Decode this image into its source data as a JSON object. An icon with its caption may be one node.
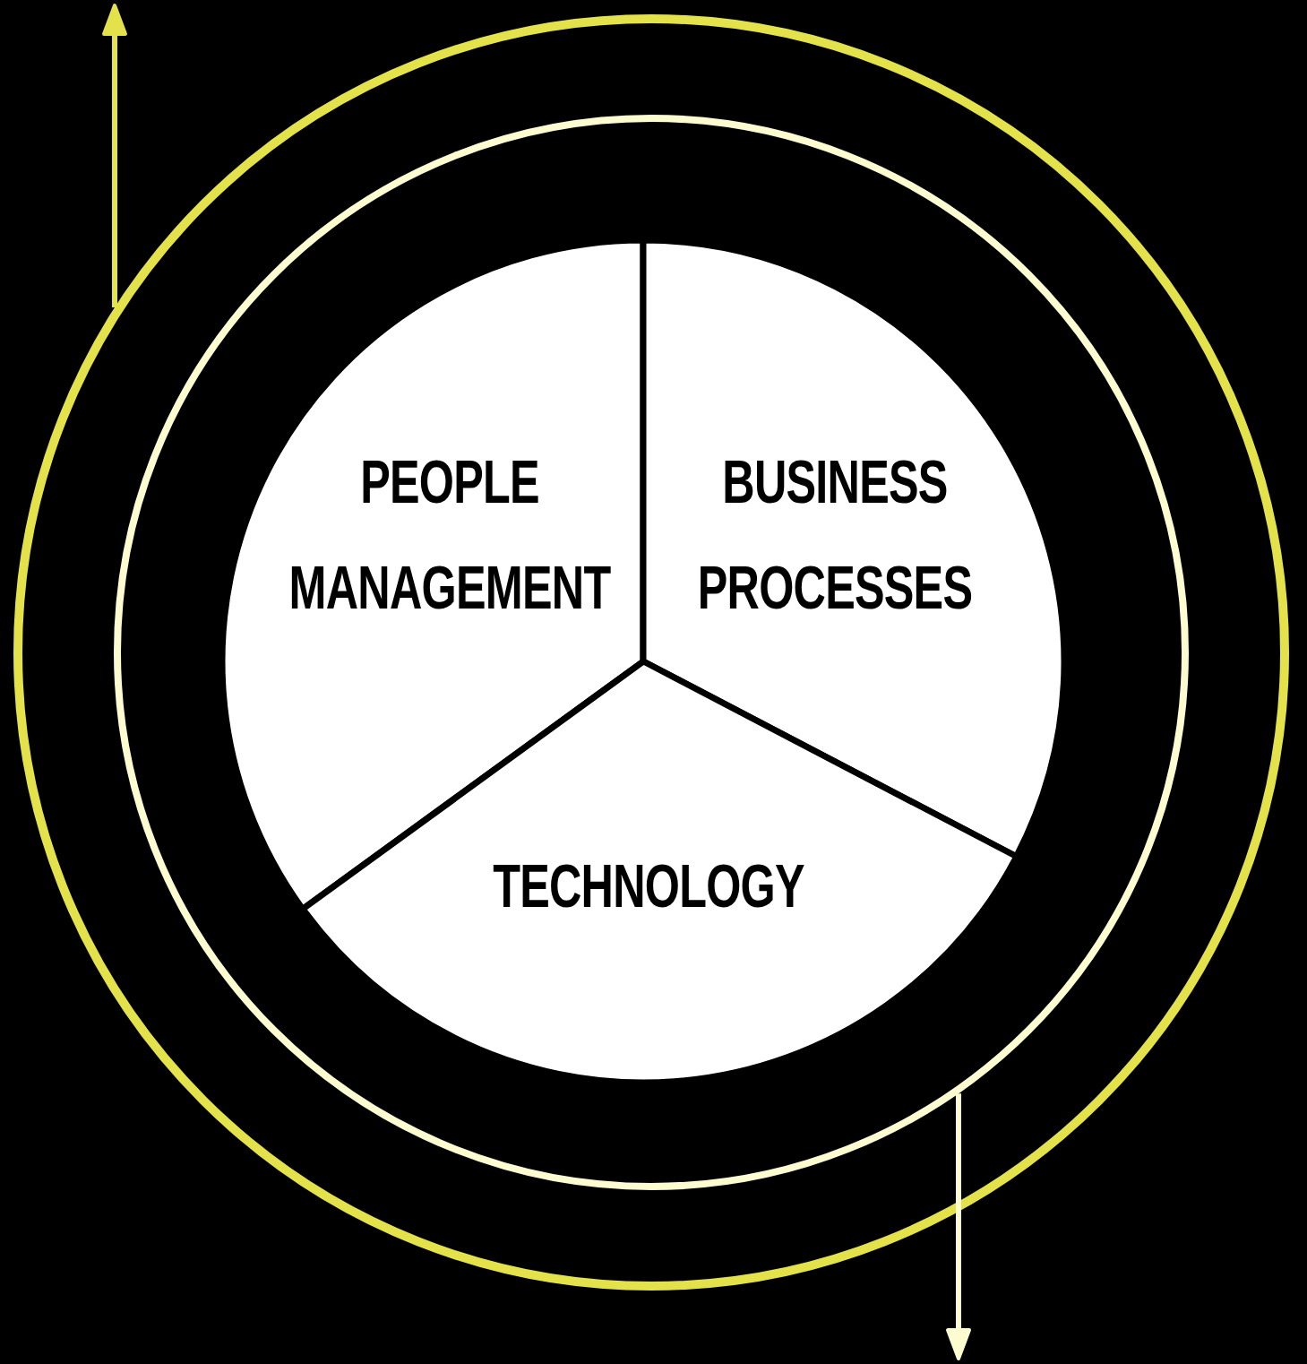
{
  "diagram": {
    "nodes": [
      {
        "text": [],
        "shape": "circle"
      },
      {
        "text": [],
        "shape": "circle",
        "in": 0
      },
      {
        "text": [
          "PEOPLE MANAGEMENT"
        ],
        "in": 1
      },
      {
        "text": [
          "BUSINESS PROCESSES"
        ],
        "in": 1
      },
      {
        "text": [
          "TECHNOLOGY"
        ],
        "in": 1
      }
    ],
    "edges": [
      {
        "from": 0,
        "to": null,
        "arrow": "to",
        "color": "#e3e24a"
      },
      {
        "from": 1,
        "to": null,
        "arrow": "to",
        "color": "#fdfbd0"
      }
    ]
  }
}
